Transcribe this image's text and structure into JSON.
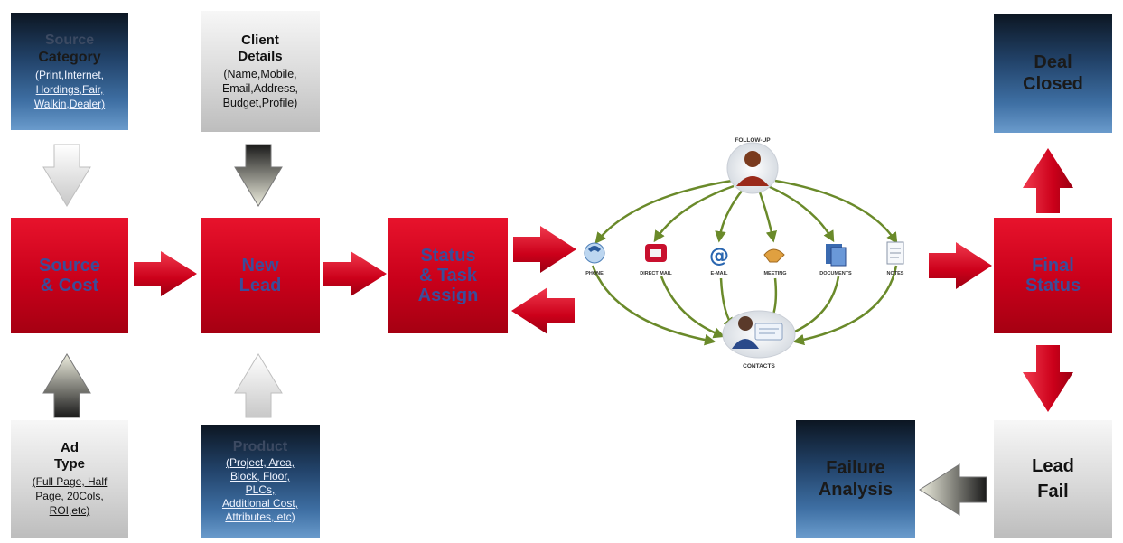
{
  "source_category": {
    "title_line1": "Source",
    "title_line2": "Category",
    "details": [
      "(Print,Internet,",
      "Hordings,Fair,",
      "Walkin,Dealer)"
    ]
  },
  "client_details": {
    "title_line1": "Client",
    "title_line2": "Details",
    "details": [
      "(Name,Mobile,",
      "Email,Address,",
      "Budget,Profile)"
    ]
  },
  "source_cost": {
    "line1": "Source",
    "line2": "& Cost"
  },
  "new_lead": {
    "line1": "New",
    "line2": "Lead"
  },
  "status_task": {
    "line1": "Status",
    "line2": "& Task",
    "line3": "Assign"
  },
  "ad_type": {
    "title_line1": "Ad",
    "title_line2": "Type",
    "details": [
      "(Full Page, Half",
      "Page, 20Cols,",
      "ROI,etc)"
    ]
  },
  "product": {
    "title": "Product",
    "details": [
      "(Project, Area,",
      "Block, Floor,",
      "PLCs,",
      "Additional Cost,",
      "Attributes, etc)"
    ]
  },
  "deal_closed": {
    "line1": "Deal",
    "line2": "Closed"
  },
  "final_status": {
    "line1": "Final",
    "line2": "Status"
  },
  "lead_fail": {
    "line1": "Lead",
    "line2": "Fail"
  },
  "failure_analysis": {
    "line1": "Failure",
    "line2": "Analysis"
  },
  "followup_graphic": {
    "top_label": "FOLLOW-UP",
    "bottom_label": "CONTACTS",
    "channels": [
      "PHONE",
      "DIRECT MAIL",
      "E-MAIL",
      "MEETING",
      "DOCUMENTS",
      "NOTES"
    ]
  },
  "colors": {
    "process_red": "#c8001a",
    "input_blue": "#2f5d8f",
    "input_gray": "#d6d6d6",
    "arrow_red": "#d3001c",
    "curve_green": "#6a8a2a"
  }
}
